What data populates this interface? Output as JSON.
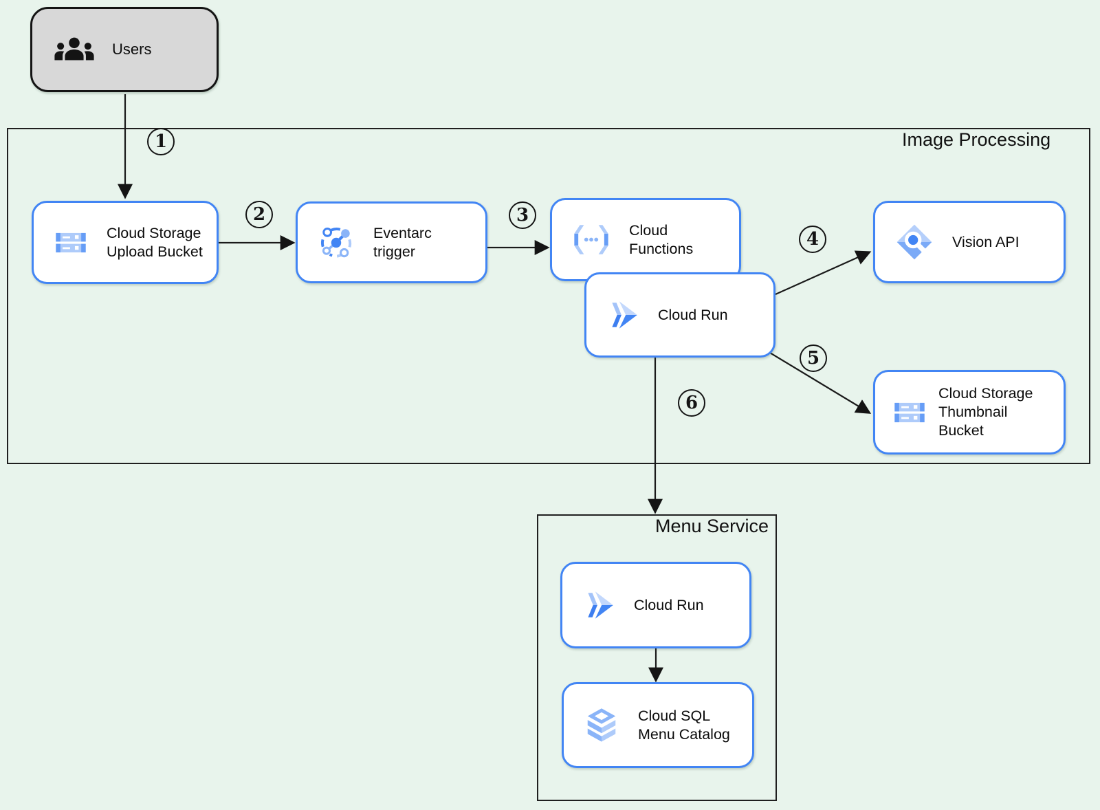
{
  "users": {
    "label": "Users"
  },
  "image_processing": {
    "title": "Image Processing",
    "nodes": {
      "upload_bucket": {
        "label": "Cloud Storage\nUpload Bucket"
      },
      "eventarc": {
        "label": "Eventarc trigger"
      },
      "cloud_functions": {
        "label": "Cloud Functions"
      },
      "cloud_run": {
        "label": "Cloud Run"
      },
      "vision_api": {
        "label": "Vision API"
      },
      "thumbnail_bucket": {
        "label": "Cloud Storage\nThumbnail Bucket"
      }
    }
  },
  "menu_service": {
    "title": "Menu Service",
    "nodes": {
      "cloud_run": {
        "label": "Cloud Run"
      },
      "cloud_sql": {
        "label": "Cloud SQL\nMenu Catalog"
      }
    }
  },
  "steps": {
    "s1": "1",
    "s2": "2",
    "s3": "3",
    "s4": "4",
    "s5": "5",
    "s6": "6"
  },
  "colors": {
    "background": "#e8f4ec",
    "node_border": "#4285f4",
    "users_fill": "#d8d8d8",
    "icon_dark": "#4285f4",
    "icon_mid": "#669df6",
    "icon_light": "#aecbfa",
    "arrow": "#1a1a1a"
  }
}
